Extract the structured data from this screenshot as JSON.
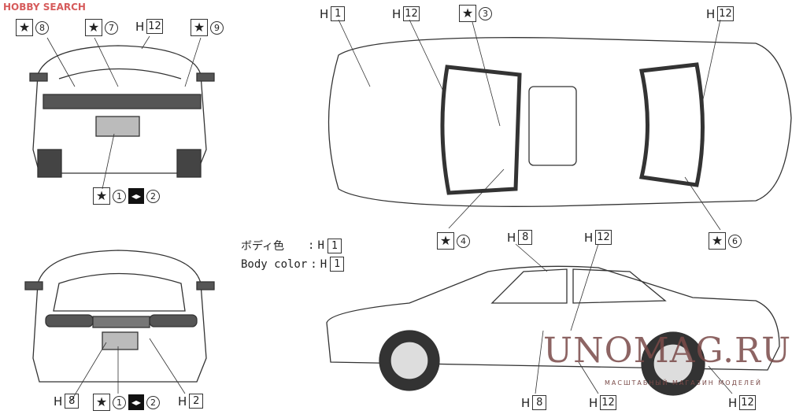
{
  "logo": "HOBBY SEARCH",
  "body_color": {
    "jp_label": "ボディ色",
    "en_label": "Body color",
    "sep": ":",
    "prefix": "H",
    "code": "1"
  },
  "labels": {
    "rear_8": "8",
    "rear_7": "7",
    "rear_h12": "12",
    "rear_9": "9",
    "rear_1": "1",
    "rear_2": "2",
    "top_h1": "1",
    "top_h12a": "12",
    "top_3": "3",
    "top_h12b": "12",
    "top_4": "4",
    "top_6": "6",
    "side_h8a": "8",
    "side_h12a": "12",
    "side_h8b": "8",
    "side_h12b": "12",
    "side_h12c": "12",
    "front_h8": "8",
    "front_1": "1",
    "front_2": "2",
    "front_h2": "2"
  },
  "h": "H",
  "star": "★",
  "watermark": {
    "main": "UNOMAG.RU",
    "sub": "МАСШТАБНЫЙ МАГАЗИН МОДЕЛЕЙ"
  }
}
